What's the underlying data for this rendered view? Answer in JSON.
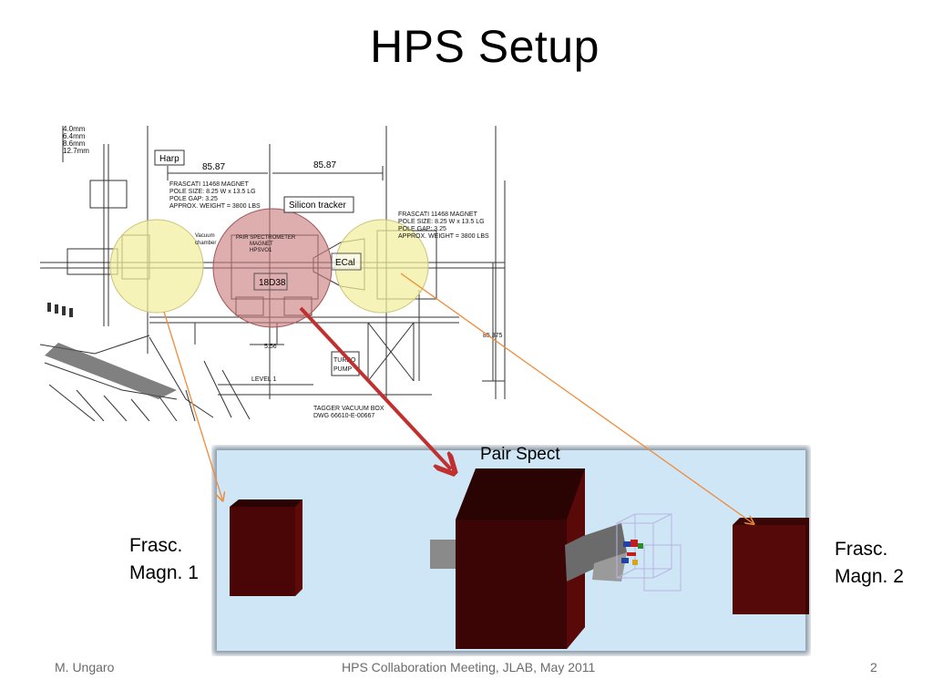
{
  "slide": {
    "title": "HPS Setup",
    "page_number": "2"
  },
  "footer": {
    "author": "M. Ungaro",
    "event": "HPS Collaboration Meeting, JLAB, May 2011"
  },
  "drawing": {
    "dims": [
      "85.87",
      "85.87",
      "5.56",
      "85.375"
    ],
    "top_left_dims": [
      "4.0mm",
      "6.4mm",
      "8.6mm",
      "12.7mm"
    ],
    "callouts": {
      "harp": "Harp",
      "silicon": "Silicon tracker",
      "ecal": "ECal",
      "magnet_id": "18D38",
      "vacuum_chamber": [
        "Vacuum",
        "chamber"
      ],
      "turbo_pump": [
        "TURBO",
        "PUMP"
      ],
      "level": "LEVEL 1",
      "pair_spect_magnet": [
        "PAIR SPECTROMETER",
        "MAGNET",
        "HPSVO1"
      ]
    },
    "magnet_left": [
      "FRASCATI 11468 MAGNET",
      "POLE SIZE: 8.25 W x 13.5 LG",
      "POLE GAP: 3.25",
      "APPROX. WEIGHT = 3800 LBS"
    ],
    "magnet_right": [
      "FRASCATI 11468 MAGNET",
      "POLE SIZE: 8.25 W x 13.5 LG",
      "POLE GAP: 3.25",
      "APPROX. WEIGHT = 3800 LBS"
    ],
    "tagger": [
      "TAGGER VACUUM BOX",
      "DWG 66610-E-00667"
    ]
  },
  "render": {
    "pair_spect_label": "Pair Spect"
  },
  "labels": {
    "magnet1": [
      "Frasc.",
      "Magn. 1"
    ],
    "magnet2": [
      "Frasc.",
      "Magn. 2"
    ]
  },
  "colors": {
    "highlight_yellow": "#f1ef9c",
    "highlight_red": "#c97b7b",
    "arrow_orange": "#ef8b3c",
    "arrow_red": "#c0302f",
    "sky": "#cfe6f6",
    "magnet_dark": "#5e0a0a"
  }
}
